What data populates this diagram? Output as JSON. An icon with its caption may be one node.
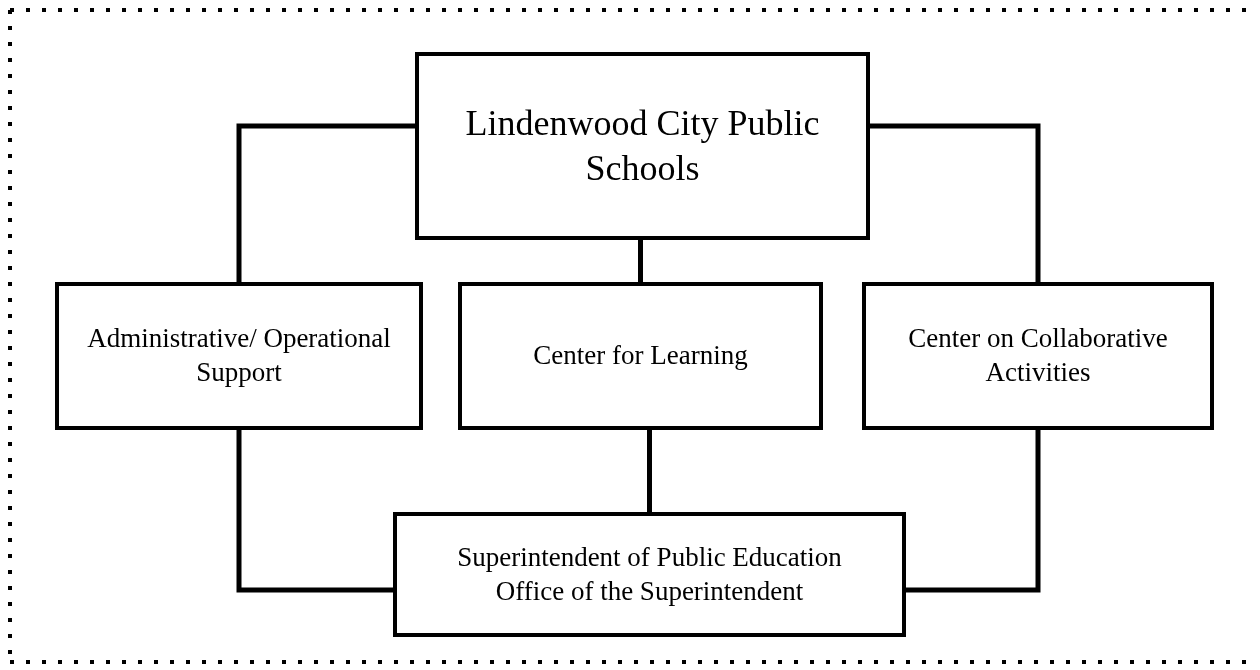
{
  "diagram": {
    "nodes": [
      {
        "text": [
          "Lindenwood City Public Schools"
        ]
      },
      {
        "text": [
          "Administrative/ Operational Support"
        ]
      },
      {
        "text": [
          "Center for Learning"
        ]
      },
      {
        "text": [
          "Center on Collaborative Activities"
        ]
      },
      {
        "text": [
          "Superintendent of Public Education",
          "Office of the Superintendent"
        ]
      }
    ],
    "edges": [
      {
        "from": 0,
        "to": 1,
        "arrow": "none"
      },
      {
        "from": 0,
        "to": 2,
        "arrow": "none"
      },
      {
        "from": 0,
        "to": 3,
        "arrow": "none"
      },
      {
        "from": 1,
        "to": 4,
        "arrow": "none"
      },
      {
        "from": 2,
        "to": 4,
        "arrow": "none"
      },
      {
        "from": 3,
        "to": 4,
        "arrow": "none"
      }
    ]
  }
}
